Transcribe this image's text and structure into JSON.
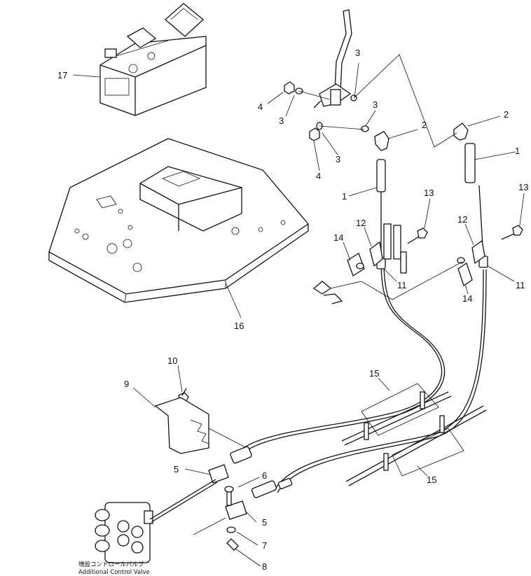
{
  "callouts": {
    "c1a": "1",
    "c1b": "1",
    "c2a": "2",
    "c2b": "2",
    "c3a": "3",
    "c3b": "3",
    "c3c": "3",
    "c3d": "3",
    "c4a": "4",
    "c4b": "4",
    "c5a": "5",
    "c5b": "5",
    "c6": "6",
    "c7": "7",
    "c8": "8",
    "c9": "9",
    "c10": "10",
    "c11a": "11",
    "c11b": "11",
    "c12a": "12",
    "c12b": "12",
    "c13a": "13",
    "c13b": "13",
    "c14a": "14",
    "c14b": "14",
    "c15a": "15",
    "c15b": "15",
    "c16": "16",
    "c17": "17"
  },
  "caption": {
    "japanese": "増設コントロールバルブ",
    "english": "Additional Control Valve"
  }
}
